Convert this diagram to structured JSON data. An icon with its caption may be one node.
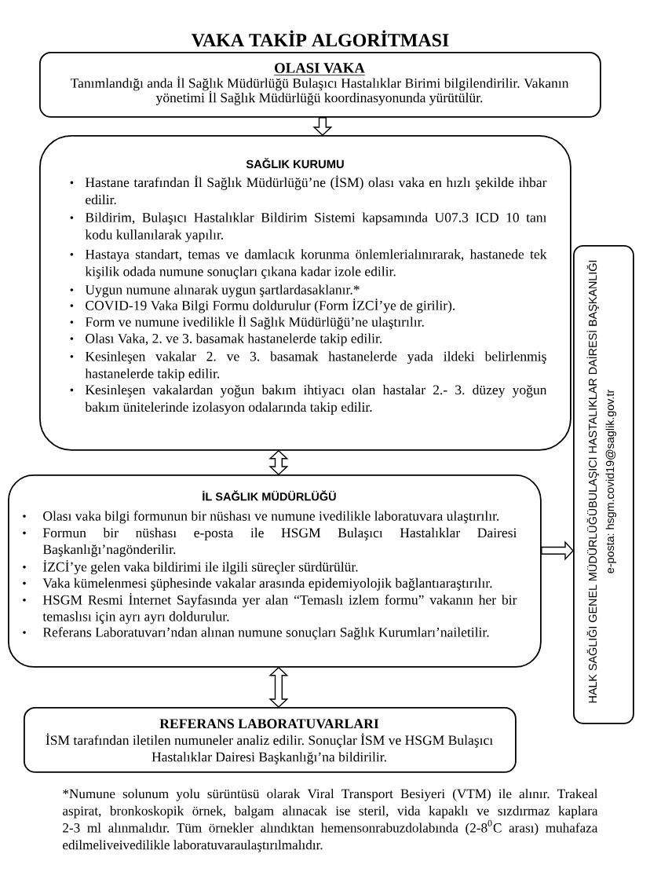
{
  "diagram": {
    "title": "VAKA TAKİP ALGORİTMASI",
    "nodes": [
      {
        "text": [
          "OLASI VAKA",
          "Tanımlandığı anda İl Sağlık Müdürlüğü Bulaşıcı Hastalıklar Birimi bilgilendirilir. Vakanın yönetimi İl Sağlık Müdürlüğü koordinasyonunda yürütülür."
        ]
      },
      {
        "text": [
          "SAĞLIK KURUMU",
          "Hastane tarafından İl Sağlık Müdürlüğü’ne (İSM) olası vaka en hızlı şekilde ihbar edilir.",
          "Bildirim, Bulaşıcı Hastalıklar Bildirim Sistemi kapsamında U07.3 ICD 10 tanı kodu kullanılarak yapılır.",
          "Hastaya standart, temas ve damlacık korunma önlemlerialınırarak, hastanede tek kişilik odada numune sonuçları çıkana kadar izole edilir.",
          "Uygun numune alınarak uygun şartlardasaklanır.*",
          "COVID-19 Vaka Bilgi Formu doldurulur (Form İZCİ’ye de girilir).",
          "Form ve numune ivedilikle İl Sağlık Müdürlüğü’ne ulaştırılır.",
          "Olası Vaka, 2. ve 3. basamak hastanelerde takip edilir.",
          "Kesinleşen vakalar 2. ve 3. basamak hastanelerde yada ildeki belirlenmiş hastanelerde takip edilir.",
          "Kesinleşen vakalardan yoğun bakım ihtiyacı olan hastalar 2.- 3. düzey yoğun bakım ünitelerinde izolasyon odalarında takip edilir."
        ]
      },
      {
        "text": [
          "İL SAĞLIK MÜDÜRLÜĞÜ",
          "Olası vaka bilgi formunun bir nüshası ve numune ivedilikle laboratuvara ulaştırılır.",
          "Formun bir nüshası e-posta ile HSGM Bulaşıcı Hastalıklar Dairesi Başkanlığı’nagönderilir.",
          "İZCİ’ye gelen vaka bildirimi ile ilgili süreçler sürdürülür.",
          "Vaka kümelenmesi şüphesinde vakalar arasında epidemiyolojik bağlantıaraştırılır.",
          "HSGM Resmi İnternet Sayfasında yer alan “Temaslı izlem formu” vakanın her bir temaslısı için ayrı ayrı doldurulur.",
          "Referans Laboratuvarı’ndan alınan numune sonuçları Sağlık Kurumları’nailetilir."
        ]
      },
      {
        "text": [
          "REFERANS LABORATUVARLARI",
          "İSM tarafından iletilen numuneler analiz edilir. Sonuçlar İSM ve HSGM Bulaşıcı Hastalıklar Dairesi Başkanlığı’na bildirilir."
        ]
      },
      {
        "text": [
          "HALK SAĞLIĞI GENEL MÜDÜRLÜĞÜBULAŞICI HASTALIKLAR DAİRESİ BAŞKANLIĞI",
          "e-posta: hsgm.covid19@saglik.gov.tr"
        ]
      }
    ],
    "edges": [
      {
        "from": 0,
        "to": 1,
        "arrow": "to"
      },
      {
        "from": 1,
        "to": 2,
        "arrow": "both"
      },
      {
        "from": 2,
        "to": 3,
        "arrow": "both"
      },
      {
        "from": 2,
        "to": 4,
        "arrow": "to"
      }
    ],
    "labels": [
      "*Numune solunum yolu sürüntüsü olarak Viral Transport Besiyeri (VTM) ile alınır. Trakeal aspirat, bronkoskopik örnek, balgam alınacak ise steril, vida kapaklı ve sızdırmaz kaplara 2-3 ml alınmalıdır. Tüm örnekler alındıktan hemensonrabuzdolabında (2-8$^{0}$C arası) muhafaza edilmeliveivedilikle laboratuvaraulaştırılmalıdır."
    ]
  }
}
